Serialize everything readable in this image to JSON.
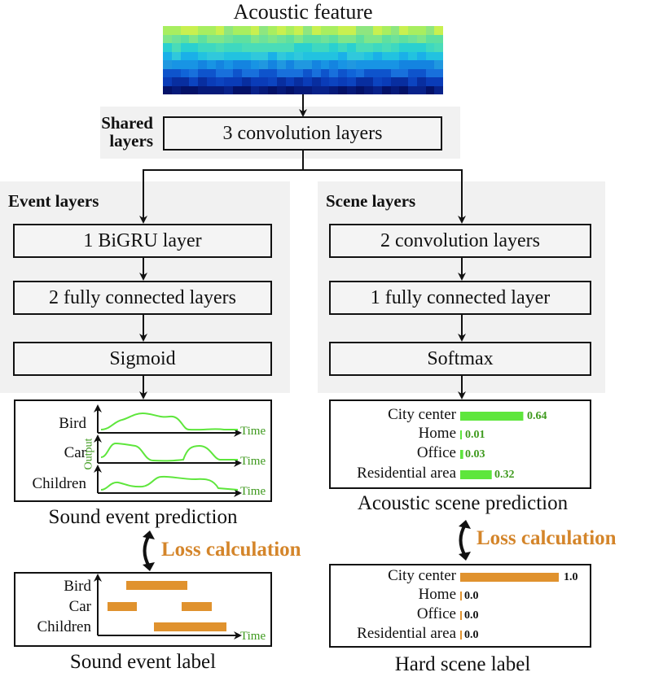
{
  "header": {
    "title": "Acoustic feature"
  },
  "shared": {
    "label_line1": "Shared",
    "label_line2": "layers",
    "box": "3 convolution layers"
  },
  "event": {
    "title": "Event layers",
    "boxes": [
      "1 BiGRU layer",
      "2 fully connected layers",
      "Sigmoid"
    ],
    "prediction": {
      "rows": [
        "Bird",
        "Car",
        "Children"
      ],
      "y_axis_label": "Output",
      "x_axis_label": "Time",
      "caption": "Sound event prediction"
    },
    "loss": "Loss calculation",
    "label": {
      "rows": [
        "Bird",
        "Car",
        "Children"
      ],
      "x_axis_label": "Time",
      "caption": "Sound event label"
    }
  },
  "scene": {
    "title": "Scene layers",
    "boxes": [
      "2 convolution layers",
      "1 fully connected layer",
      "Softmax"
    ],
    "prediction": {
      "classes": [
        "City center",
        "Home",
        "Office",
        "Residential area"
      ],
      "values": [
        "0.64",
        "0.01",
        "0.03",
        "0.32"
      ],
      "caption": "Acoustic scene prediction"
    },
    "loss": "Loss calculation",
    "label": {
      "classes": [
        "City center",
        "Home",
        "Office",
        "Residential area"
      ],
      "values": [
        "1.0",
        "0.0",
        "0.0",
        "0.0"
      ],
      "caption": "Hard scene label"
    }
  },
  "colors": {
    "prediction": "#5ee63c",
    "prediction_text": "#3f9a1e",
    "label": "#e0922e",
    "loss": "#d4852a",
    "panel": "#f1f1f1"
  }
}
